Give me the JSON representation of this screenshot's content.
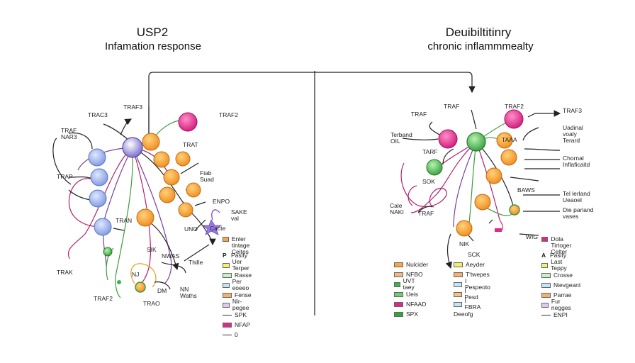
{
  "titles": {
    "left_title": "USP2",
    "left_subtitle": "Infamation response",
    "right_title": "Deuibiltitinry",
    "right_subtitle": "chronic inflammmealty"
  },
  "labels": {
    "l_traf3_top": "TRAF3",
    "l_trac3": "TRAC3",
    "l_traf2_top": "TRAF2",
    "l_traf_nar3": "TRAF\nNAR3",
    "l_trap": "TRAP",
    "l_trat": "TRAT",
    "l_fiab": "Fiab\nSuad",
    "l_enpo": "ENPO",
    "l_sake": "SAKE\nval",
    "l_uno": "UNO",
    "l_cacte": "Cacte",
    "l_tran": "TRAN",
    "l_trak": "TRAK",
    "l_traf2_bot": "TRAF2",
    "l_sik": "SIK",
    "l_nwas": "NWAS",
    "l_thille": "Thille",
    "l_nj": "NJ",
    "l_dm": "DM",
    "l_nn_waths": "NN\nWaths",
    "l_trao": "TRAO",
    "r_traf": "TRAF",
    "r_traf_top": "TRAF",
    "r_traf2": "TRAF2",
    "r_traf3": "TRAF3",
    "r_terband": "Terband\nOIL",
    "r_tarf": "TARF",
    "r_taaa": "TAAA",
    "r_uadinal": "Uadinal\nvoaly\nTerard",
    "r_chornal": "Chornal\nInflaficaitd",
    "r_sok": "SOK",
    "r_traf_lower": "TRAF",
    "r_cale_naki": "Cale\nNAKI",
    "r_baws": "BAWS",
    "r_tel_larland": "Tel lerland\nUeaoel",
    "r_die_pariand": "Die pariand\nvases",
    "r_nik": "NIK",
    "r_sck": "SCK",
    "r_wig": "WIG"
  },
  "legend_left": {
    "items": [
      {
        "label": "Enler tintage\nCeites",
        "color": "#f5a64a",
        "kind": "swatch"
      },
      {
        "label": "Pasity",
        "color": "",
        "kind": "header",
        "mark": "P"
      },
      {
        "label": "Uer Terper",
        "color": "#f6f06a",
        "kind": "swatch"
      },
      {
        "label": "Rasse",
        "color": "#c8f0c0",
        "kind": "swatch"
      },
      {
        "label": "Per eoeeo",
        "color": "#bfe6f5",
        "kind": "swatch"
      },
      {
        "label": "Fense",
        "color": "#f5b070",
        "kind": "swatch"
      },
      {
        "label": "Nir-pegee",
        "color": "#e2c6f0",
        "kind": "swatch"
      },
      {
        "label": "SPK",
        "color": "#333333",
        "kind": "line"
      },
      {
        "label": "NFAP",
        "color": "#e0278a",
        "kind": "swatch"
      },
      {
        "label": "0",
        "color": "#333333",
        "kind": "line"
      }
    ]
  },
  "legend_right_a": {
    "items": [
      {
        "label": "Nulcider",
        "color": "#f7a640"
      },
      {
        "label": "NFBO",
        "color": "#f5b880"
      },
      {
        "label": "UVT taey",
        "color": "#3bb54a"
      },
      {
        "label": "Ueis",
        "color": "#6ccf6c"
      },
      {
        "label": "NFAAD",
        "color": "#e0278a"
      },
      {
        "label": "SPX",
        "color": "#2fa83a"
      }
    ]
  },
  "legend_right_b": {
    "items": [
      {
        "label": "Aeyder",
        "color": "#f6ee60"
      },
      {
        "label": "T'twepes",
        "color": "#f5b070"
      },
      {
        "label": "I Pespeoto",
        "color": "#bfe6f5"
      },
      {
        "label": "I Pesd",
        "color": "#f5c080"
      },
      {
        "label": "I FBRA",
        "color": "#bfe6f5"
      },
      {
        "label": "Deeofg",
        "color": "",
        "plain": true
      }
    ]
  },
  "legend_right_c": {
    "items": [
      {
        "label": "Dola Tirtoger\nCelter",
        "color": "#e0278a",
        "kind": "swatch"
      },
      {
        "label": "Pasity",
        "color": "",
        "kind": "header",
        "mark": "A"
      },
      {
        "label": "Last Teppy",
        "color": "#f6f06a",
        "kind": "swatch"
      },
      {
        "label": "Crosse",
        "color": "#c8f0c0",
        "kind": "swatch"
      },
      {
        "label": "Nievgeant",
        "color": "#bfe6f5",
        "kind": "swatch"
      },
      {
        "label": "Parrae",
        "color": "#f5b070",
        "kind": "swatch"
      },
      {
        "label": "Fur negges",
        "color": "#e2c6f0",
        "kind": "swatch"
      },
      {
        "label": "ENPI",
        "color": "#333333",
        "kind": "line"
      }
    ]
  },
  "colors": {
    "orange": "#f39a2c",
    "blue": "#8ea8e8",
    "purple": "#7d6bd0",
    "magenta": "#e0278a",
    "green": "#3bb54a",
    "line_magenta": "#b0226d",
    "line_purple": "#7b3fa0",
    "line_green": "#3f9a3f",
    "arrow": "#222222"
  }
}
